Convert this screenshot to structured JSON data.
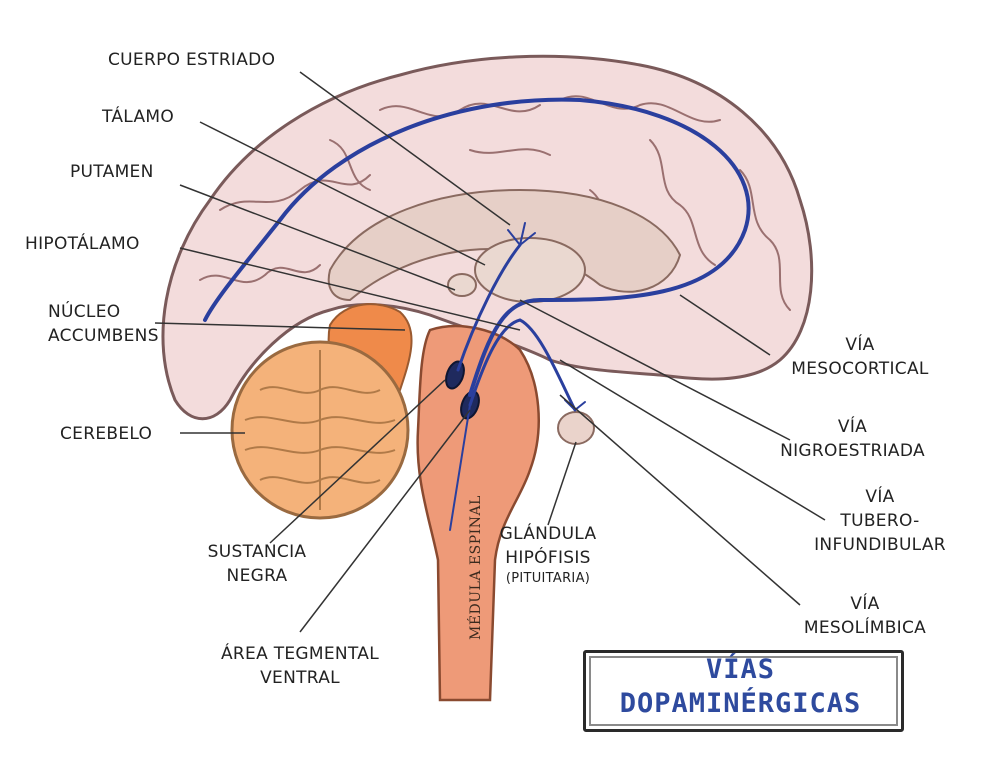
{
  "labels": {
    "cuerpo_estriado": "CUERPO ESTRIADO",
    "talamo": "TÁLAMO",
    "putamen": "PUTAMEN",
    "hipotalamo": "HIPOTÁLAMO",
    "nucleo": "NÚCLEO",
    "accumbens": "ACCUMBENS",
    "cerebelo": "CEREBELO",
    "sustancia": "SUSTANCIA",
    "negra": "NEGRA",
    "area_tegmental": "ÁREA TEGMENTAL",
    "ventral": "VENTRAL",
    "glandula": "GLÁNDULA",
    "hipofisis": "HIPÓFISIS",
    "pituitaria": "(PITUITARIA)",
    "via_meso_1": "VÍA",
    "via_meso_2": "MESOCORTICAL",
    "via_nigro_1": "VÍA",
    "via_nigro_2": "NIGROESTRIADA",
    "via_tubero_1": "VÍA",
    "via_tubero_2": "TUBERO-",
    "via_tubero_3": "INFUNDIBULAR",
    "via_mesol_1": "VÍA",
    "via_mesol_2": "MESOLÍMBICA",
    "medula": "MÉDULA ESPINAL"
  },
  "title": {
    "line1": "VÍAS",
    "line2": "DOPAMINÉRGICAS"
  },
  "colors": {
    "brain": "#f3dcdc",
    "brain_outline": "#7a5a5a",
    "inner": "#e6cfc7",
    "cerebellum": "#f4b27a",
    "accumbens": "#ef8a4a",
    "brainstem": "#ee9a78",
    "pathway": "#2a3f9e",
    "title": "#2e4a9e"
  }
}
